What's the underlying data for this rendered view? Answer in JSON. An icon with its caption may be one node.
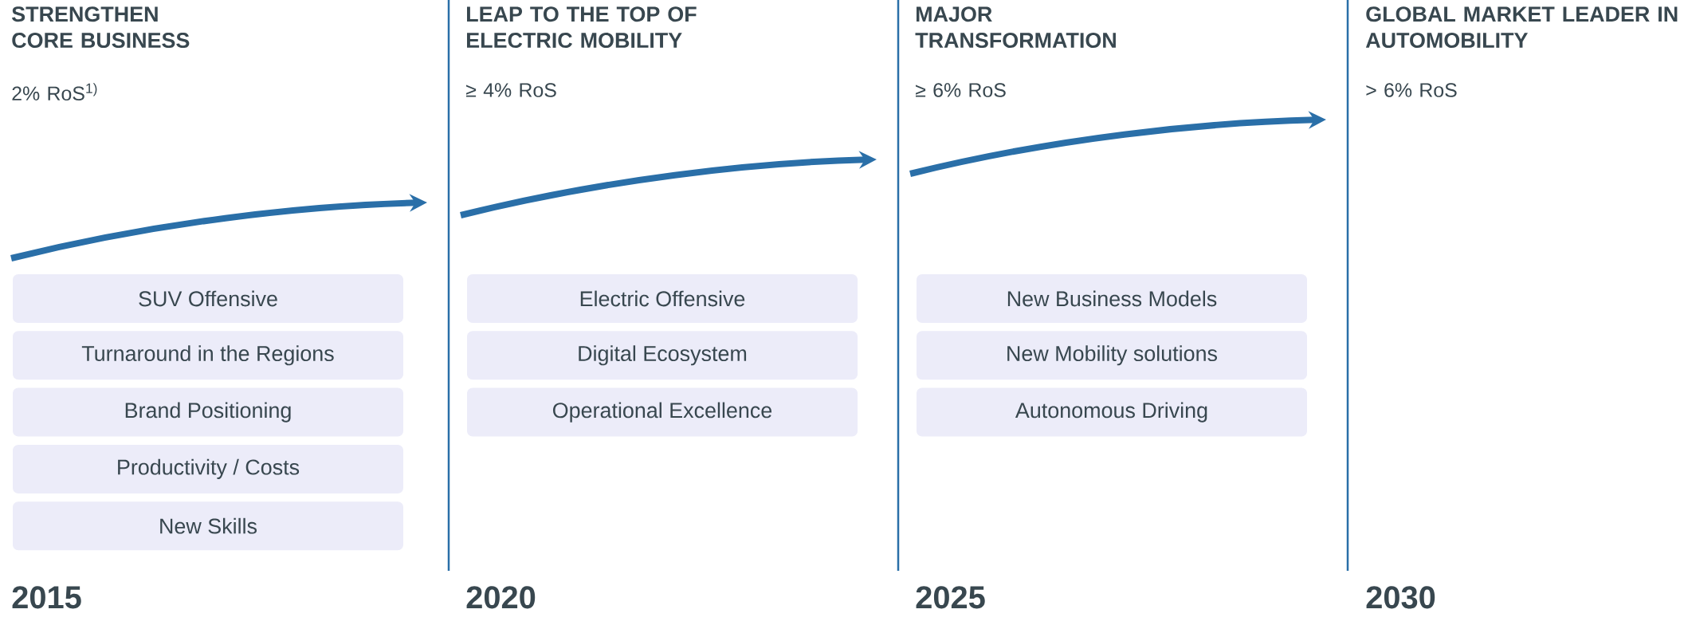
{
  "diagram": {
    "nodes": [
      {
        "text": [
          "SUV Offensive"
        ]
      },
      {
        "text": [
          "Turnaround in the Regions"
        ]
      },
      {
        "text": [
          "Brand Positioning"
        ]
      },
      {
        "text": [
          "Productivity / Costs"
        ]
      },
      {
        "text": [
          "New Skills"
        ]
      },
      {
        "text": [
          "Electric Offensive"
        ]
      },
      {
        "text": [
          "Digital Ecosystem"
        ]
      },
      {
        "text": [
          "Operational Excellence"
        ]
      },
      {
        "text": [
          "New Business Models"
        ]
      },
      {
        "text": [
          "New Mobility solutions"
        ]
      },
      {
        "text": [
          "Autonomous Driving"
        ]
      }
    ],
    "labels": [
      "STRENGTHEN CORE BUSINESS",
      "LEAP TO THE TOP OF ELECTRIC MOBILITY",
      "MAJOR TRANSFORMATION",
      "GLOBAL MARKET LEADER IN AUTOMOBILITY",
      "2% RoS$^{1)}$",
      "≥ 4% RoS",
      "≥ 6% RoS",
      "> 6% RoS",
      "2015",
      "2020",
      "2025",
      "2030"
    ]
  }
}
